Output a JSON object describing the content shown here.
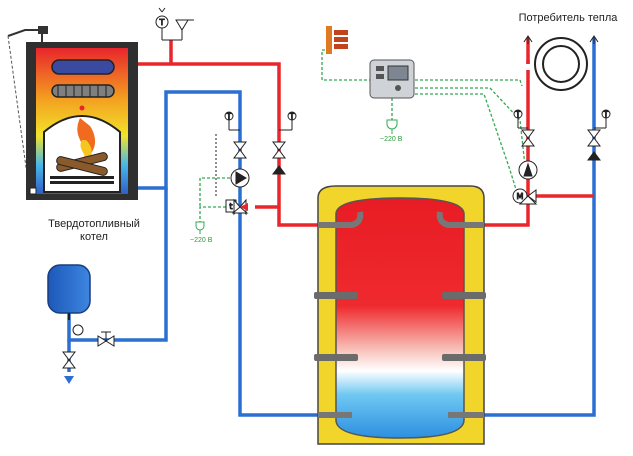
{
  "labels": {
    "boiler": "Твердотопливный котел",
    "consumer": "Потребитель тепла",
    "power_left": "~220 В",
    "power_right": "~220 В",
    "gauge_symbol": "T",
    "thermo_symbol": "t",
    "motor_symbol": "M"
  },
  "colors": {
    "hot_pipe": "#e8262c",
    "cold_pipe": "#2a6fd1",
    "control_wire": "#34a853",
    "tank_jacket": "#f2d52a"
  }
}
